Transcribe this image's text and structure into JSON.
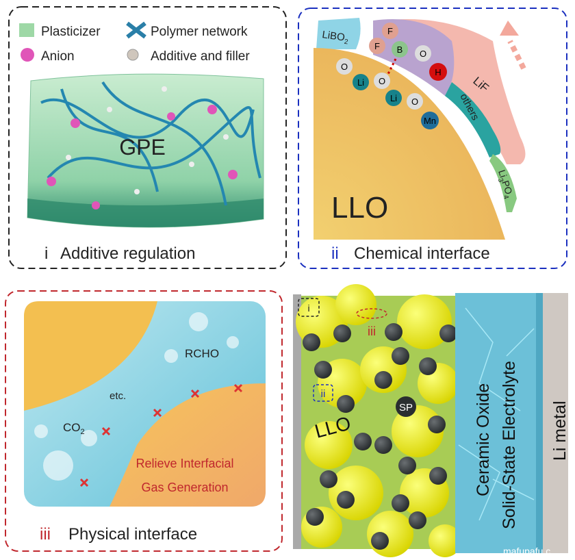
{
  "panels": {
    "i": {
      "legend": {
        "plasticizer": "Plasticizer",
        "polymer": "Polymer network",
        "anion": "Anion",
        "additive": "Additive and filler"
      },
      "block_label": "GPE",
      "numeral": "i",
      "caption": "Additive regulation",
      "frame_color": "#222222"
    },
    "ii": {
      "libo2": {
        "main": "LiBO",
        "sub": "2"
      },
      "lif": "LiF",
      "others": "others",
      "li3po4": {
        "a": "Li",
        "s1": "3",
        "b": "PO",
        "s2": "4"
      },
      "llo": "LLO",
      "atoms": {
        "f1": "F",
        "f2": "F",
        "b": "B",
        "o1": "O",
        "h": "H",
        "o2": "O",
        "li1": "Li",
        "o3": "O",
        "li2": "Li",
        "o4": "O",
        "mn": "Mn"
      },
      "numeral": "ii",
      "caption": "Chemical interface",
      "frame_color": "#1a2fbf"
    },
    "iii": {
      "rcho": "RCHO",
      "etc": "etc.",
      "co2": {
        "main": "CO",
        "sub": "2"
      },
      "relieve_line1": "Relieve Interfacial",
      "relieve_line2": "Gas Generation",
      "numeral": "iii",
      "caption": "Physical interface",
      "frame_color": "#c0272d"
    },
    "iv": {
      "marker_i": "i",
      "marker_ii": "ii",
      "marker_iii": "iii",
      "llo": "LLO",
      "sp": "SP",
      "electrolyte_line1": "Ceramic  Oxide",
      "electrolyte_line2": "Solid-State Electrolyte",
      "li_metal": "Li metal"
    }
  },
  "watermark": "mafupafu.c"
}
